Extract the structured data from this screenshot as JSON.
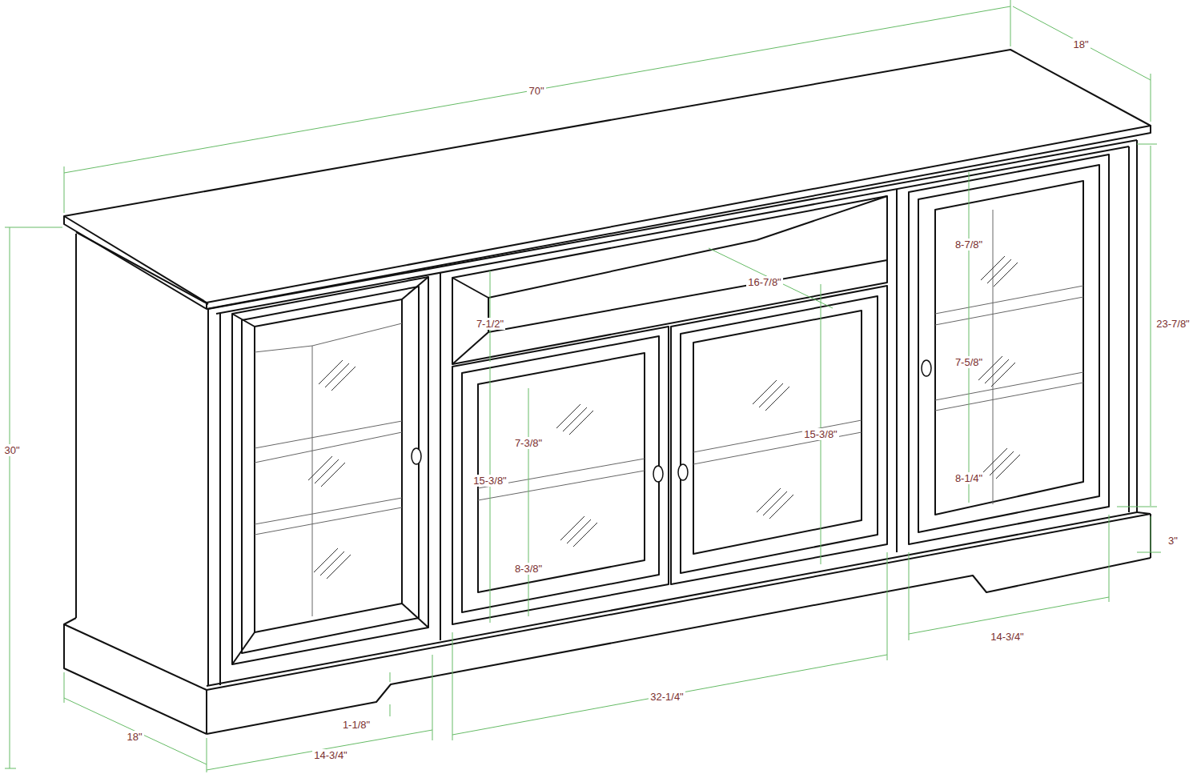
{
  "diagram": {
    "labels": [
      "18\"",
      "70\"",
      "23-7/8\"",
      "8-7/8\"",
      "16-7/8\"",
      "7-1/2\"",
      "7-5/8\"",
      "15-3/8\"",
      "30\"",
      "7-3/8\"",
      "15-3/8\"",
      "8-1/4\"",
      "3\"",
      "8-3/8\"",
      "14-3/4\"",
      "32-1/4\"",
      "1-1/8\"",
      "18\"",
      "14-3/4\""
    ]
  }
}
